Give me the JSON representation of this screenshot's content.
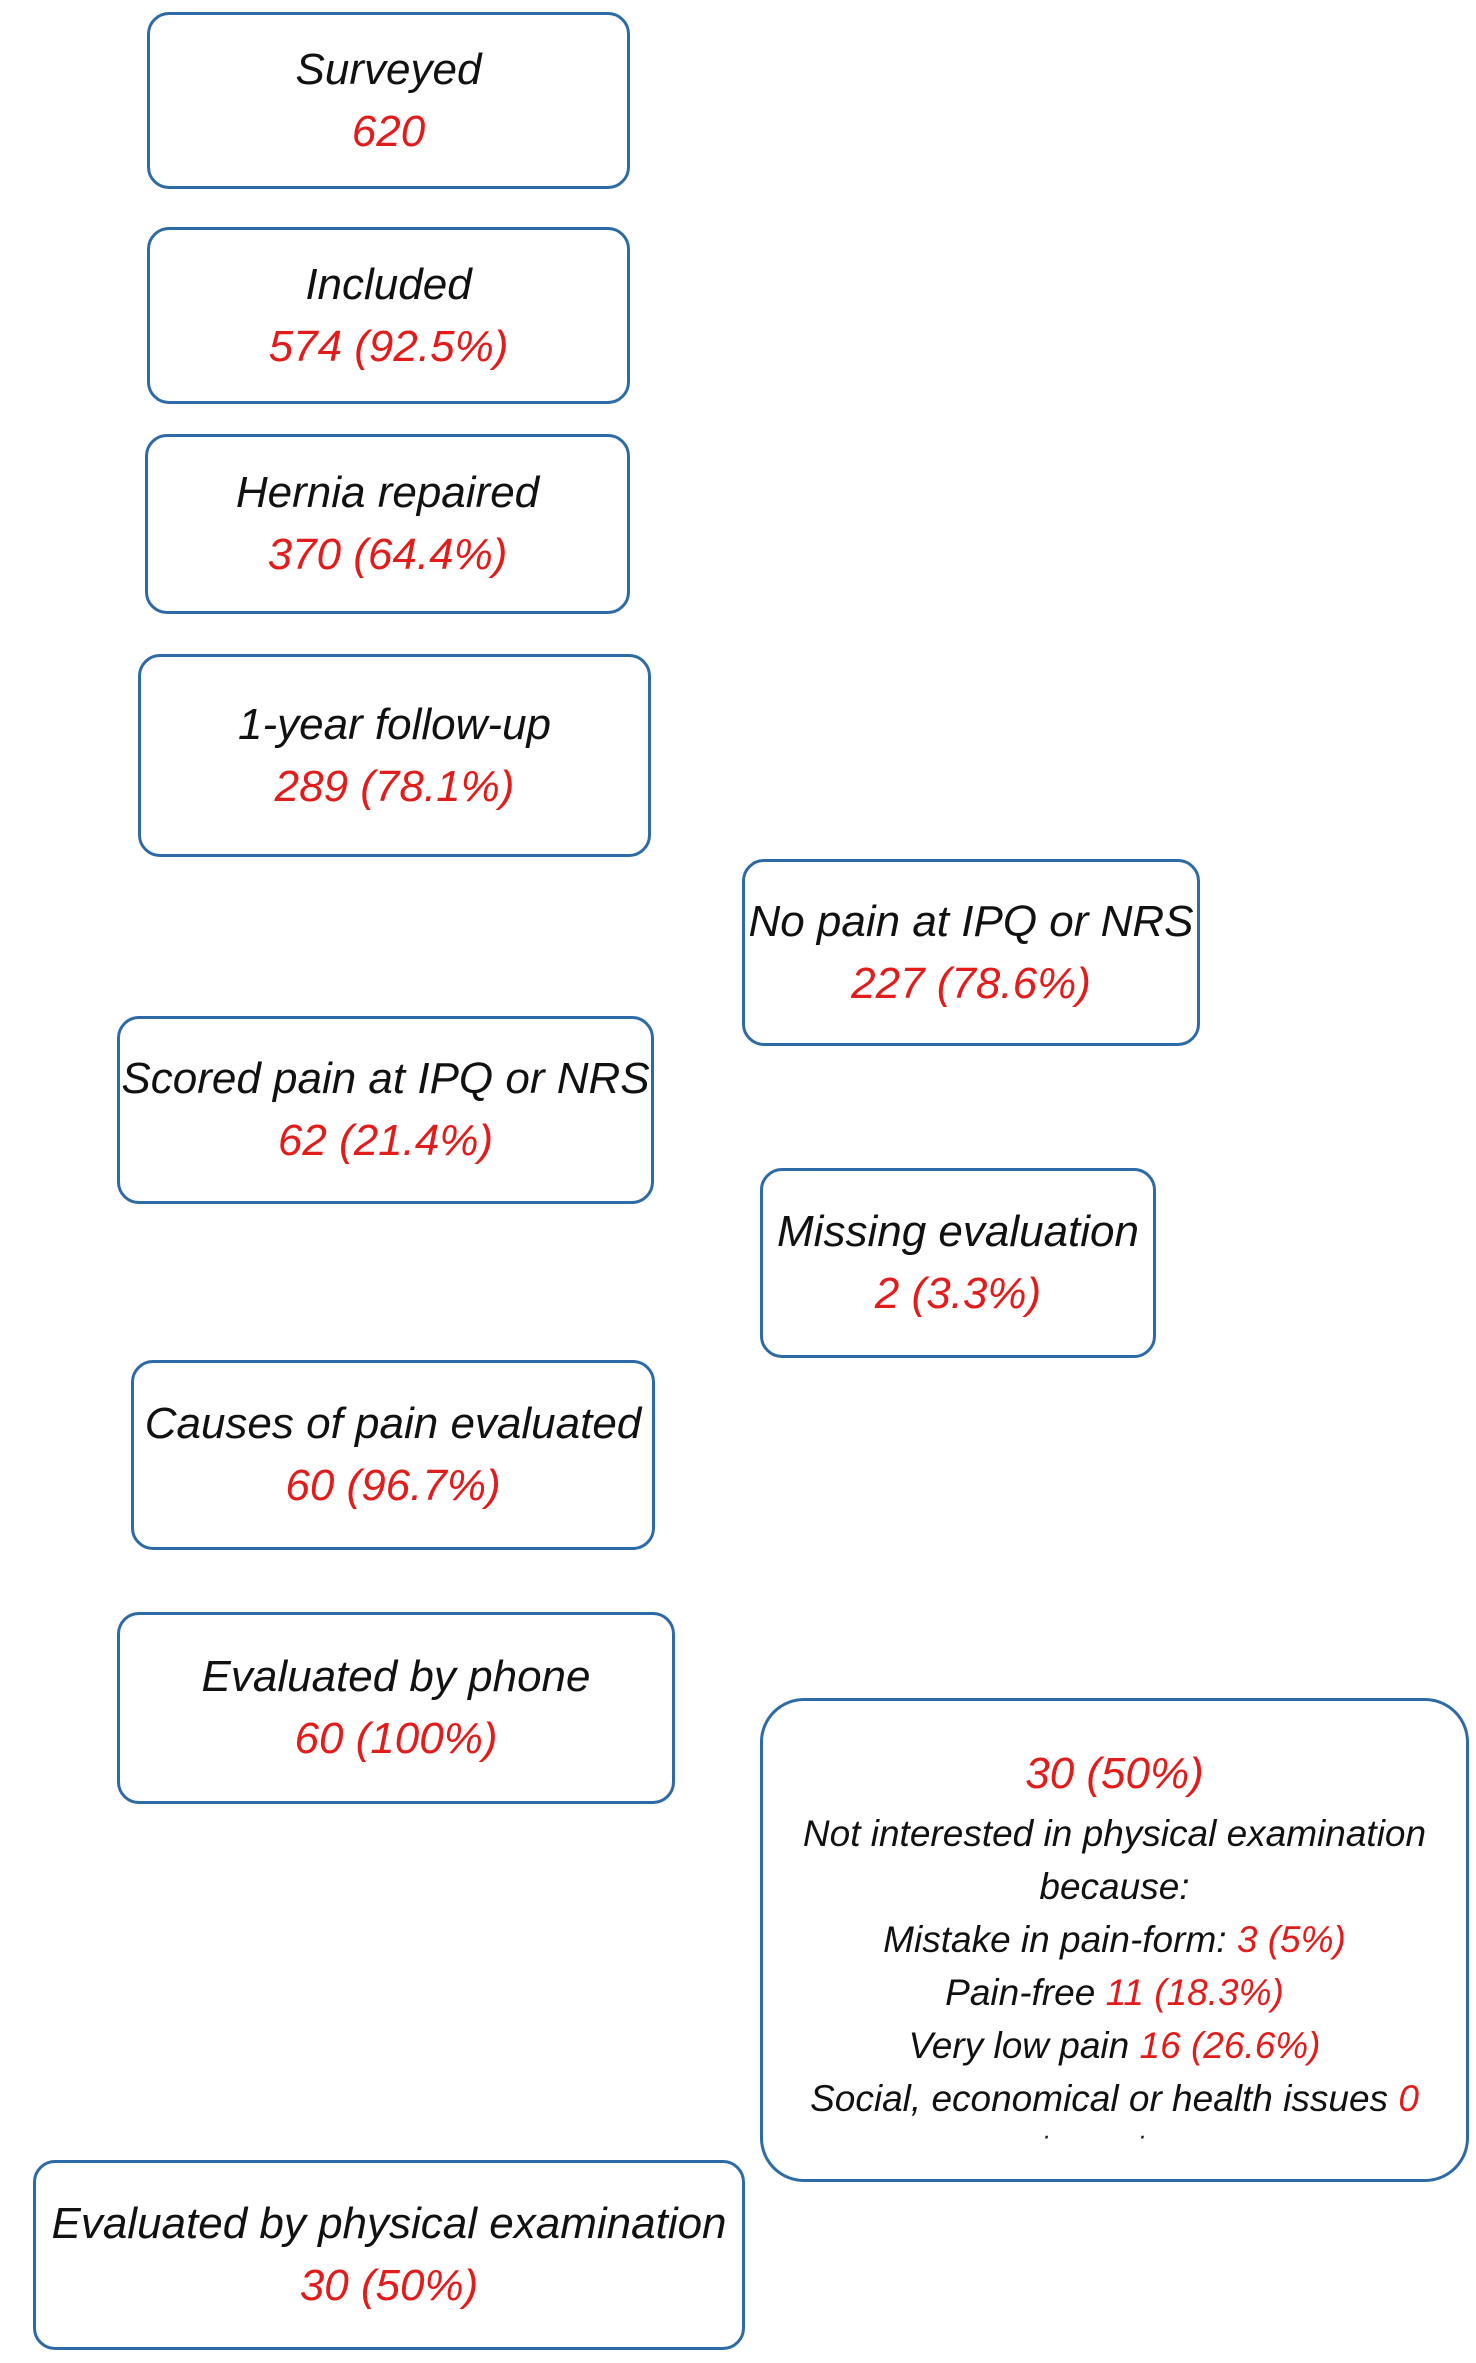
{
  "boxes": {
    "surveyed": {
      "label": "Surveyed",
      "value": "620"
    },
    "included": {
      "label": "Included",
      "value": "574 (92.5%)"
    },
    "hernia_repaired": {
      "label": "Hernia repaired",
      "value": "370 (64.4%)"
    },
    "followup": {
      "label": "1-year follow-up",
      "value": "289 (78.1%)"
    },
    "no_pain": {
      "label": "No pain at IPQ or NRS",
      "value": "227 (78.6%)"
    },
    "scored_pain": {
      "label": "Scored pain at IPQ or NRS",
      "value": "62 (21.4%)"
    },
    "missing_eval": {
      "label": "Missing evaluation",
      "value": "2 (3.3%)"
    },
    "causes_eval": {
      "label": "Causes of pain evaluated",
      "value": "60 (96.7%)"
    },
    "phone_eval": {
      "label": "Evaluated by phone",
      "value": "60 (100%)"
    },
    "physical_eval": {
      "label": "Evaluated by physical examination",
      "value": "30 (50%)"
    }
  },
  "not_interested": {
    "value": "30 (50%)",
    "line1": "Not interested in physical examination",
    "line2": "because:",
    "reasons": [
      {
        "label": "Mistake in pain-form:",
        "value": "3 (5%)"
      },
      {
        "label": "Pain-free",
        "value": "11 (18.3%)"
      },
      {
        "label": "Very low pain",
        "value": "16 (26.6%)"
      },
      {
        "label": "Social, economical or health issues",
        "value": "0"
      }
    ]
  },
  "colors": {
    "border": "#2e6aa6",
    "value_text": "#e21b1b",
    "label_text": "#111111"
  }
}
